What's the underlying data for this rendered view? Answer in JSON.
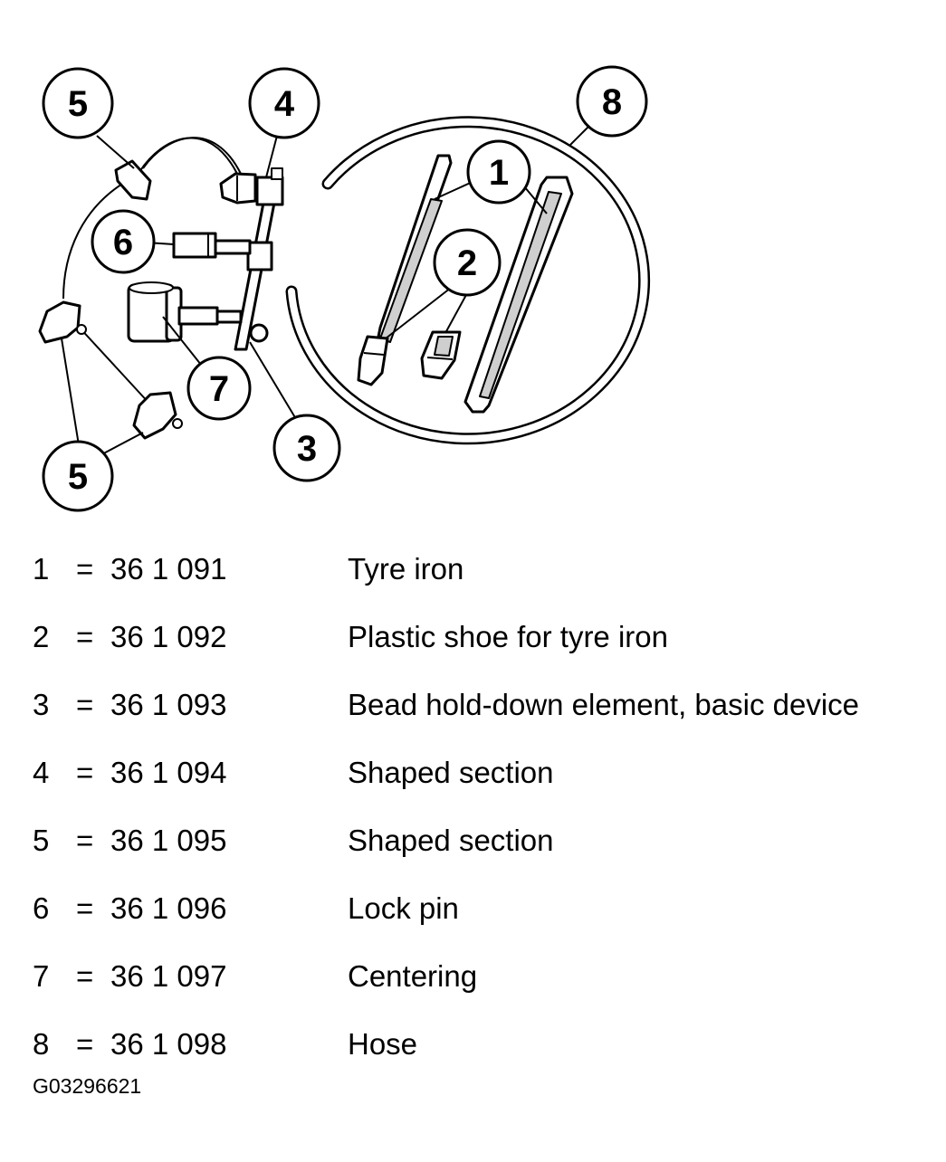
{
  "diagram": {
    "callouts": {
      "c1": "1",
      "c2": "2",
      "c3": "3",
      "c4": "4",
      "c5a": "5",
      "c5b": "5",
      "c6": "6",
      "c7": "7",
      "c8": "8"
    }
  },
  "legend": [
    {
      "num": "1",
      "eq": "=",
      "part": "36 1 091",
      "desc": "Tyre iron"
    },
    {
      "num": "2",
      "eq": "=",
      "part": "36 1 092",
      "desc": "Plastic shoe for tyre iron"
    },
    {
      "num": "3",
      "eq": "=",
      "part": "36 1 093",
      "desc": "Bead hold-down element, basic device"
    },
    {
      "num": "4",
      "eq": "=",
      "part": "36 1 094",
      "desc": "Shaped section"
    },
    {
      "num": "5",
      "eq": "=",
      "part": "36 1 095",
      "desc": "Shaped section"
    },
    {
      "num": "6",
      "eq": "=",
      "part": "36 1 096",
      "desc": "Lock pin"
    },
    {
      "num": "7",
      "eq": "=",
      "part": "36 1 097",
      "desc": "Centering"
    },
    {
      "num": "8",
      "eq": "=",
      "part": "36 1 098",
      "desc": "Hose"
    }
  ],
  "figure_id": "G03296621",
  "colors": {
    "line": "#000000",
    "fill": "#ffffff",
    "shade": "#cfcfcf"
  }
}
